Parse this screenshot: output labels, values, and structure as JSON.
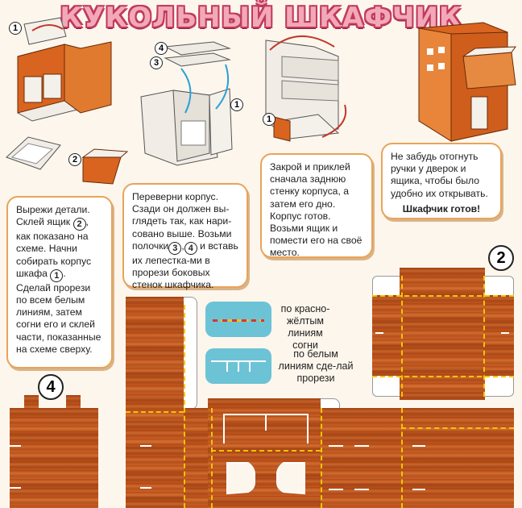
{
  "title": "КУКОЛЬНЫЙ ШКАФЧИК",
  "step_numbers": {
    "one": "1",
    "two": "2",
    "three": "3",
    "four": "4"
  },
  "notes": {
    "cut_out": [
      "Вырежи детали.",
      "Склей ящик",
      ", как показано на схеме.",
      "Начни собирать корпус шкафа",
      ".",
      "Сделай прорези по всем белым линиям, затем согни его и склей части, показанные на схеме сверху."
    ],
    "flip": [
      "Переверни корпус. Сзади он должен вы-глядеть так, как нари-совано выше.",
      "Возьми полочки",
      "и вставь их лепестка-ми в прорези боковых стенок шкафчика."
    ],
    "close": "Закрой и приклей сначала заднюю стенку корпуса, а затем его дно. Корпус готов. Возьми ящик и помести его на своё место.",
    "remember": "Не забудь отогнуть ручки у дверок и ящика, чтобы было удобно их открывать.",
    "done": "Шкафчик готов!"
  },
  "legend": {
    "fold": "по красно-жёлтым линиям согни",
    "cut": "по белым линиям сде-лай прорези"
  },
  "colors": {
    "wood": "#c4581e",
    "fold_line": "#f5c400",
    "cut_line": "#ffffff",
    "note_border": "#e8a45a",
    "legend_swatch": "#6cc3d5"
  }
}
